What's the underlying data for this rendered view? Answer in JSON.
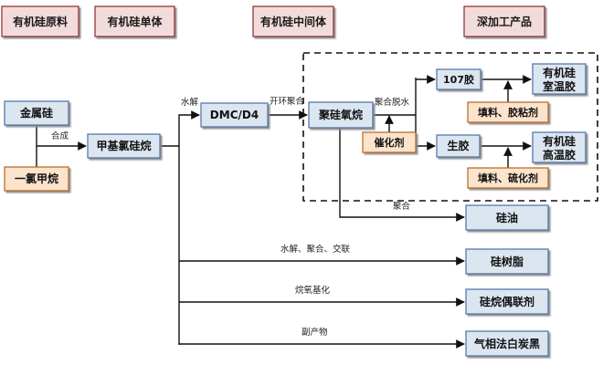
{
  "headers": {
    "raw_materials": "有机硅原料",
    "monomer": "有机硅单体",
    "intermediate": "有机硅中间体",
    "deep_products": "深加工产品"
  },
  "nodes": {
    "metal_silicon": "金属硅",
    "methyl_chloride": "一氯甲烷",
    "methyl_chlorosilane": "甲基氯硅烷",
    "dmc_d4": "DMC/D4",
    "polysiloxane": "聚硅氧烷",
    "catalyst": "催化剂",
    "gum_107": "107胶",
    "raw_rubber": "生胶",
    "rtv_line1": "有机硅",
    "rtv_line2": "室温胶",
    "htv_line1": "有机硅",
    "htv_line2": "高温胶",
    "filler_adhesive": "填料、胶粘剂",
    "filler_vulcanizer": "填料、硫化剂",
    "silicone_oil": "硅油",
    "silicone_resin": "硅树脂",
    "silane_coupling": "硅烷偶联剂",
    "fumed_silica": "气相法白炭黑"
  },
  "edge_labels": {
    "synthesis": "合成",
    "hydrolysis": "水解",
    "ring_opening": "开环聚合",
    "polycondensation": "聚合脱水",
    "polymerization": "聚合",
    "resin_route": "水解、聚合、交联",
    "alkoxylation": "烷氧基化",
    "byproduct": "副产物"
  },
  "colors": {
    "header_fill": "#f2dcdb",
    "header_border": "#8b2a2a",
    "blue_fill": "#dce6f1",
    "blue_border": "#4a6fa5",
    "orange_fill": "#fbe3cc",
    "orange_border": "#b5651d"
  }
}
